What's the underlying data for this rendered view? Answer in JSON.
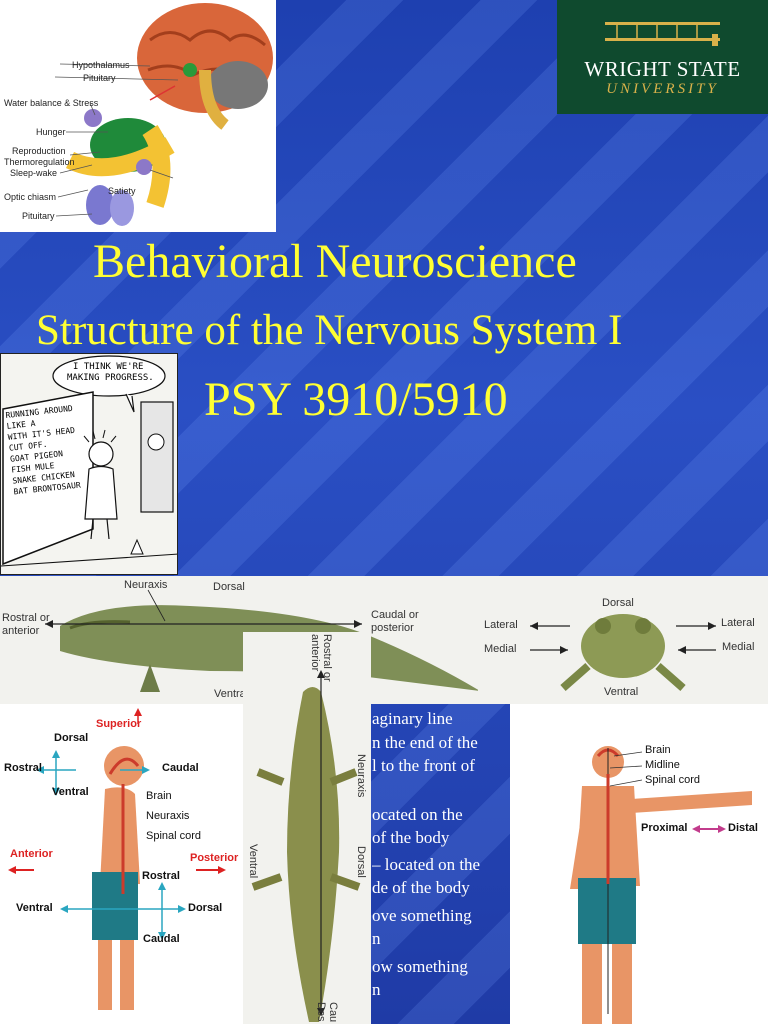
{
  "titles": {
    "line1": "Behavioral Neuroscience",
    "line2": "Structure of the Nervous System I",
    "line3": "PSY 3910/5910"
  },
  "logo": {
    "line1": "WRIGHT STATE",
    "line2": "UNIVERSITY"
  },
  "brain_labels": {
    "hypothalamus": "Hypothalamus",
    "pituitary_top": "Pituitary",
    "water": "Water balance & Stress",
    "hunger": "Hunger",
    "reproduction": "Reproduction",
    "thermo": "Thermoregulation",
    "sleep": "Sleep-wake",
    "optic": "Optic chiasm",
    "satiety": "Satiety",
    "pituitary_bottom": "Pituitary"
  },
  "cartoon": {
    "bubble_1": "I THINK WE'RE",
    "bubble_2": "MAKING PROGRESS.",
    "board": [
      "RUNNING AROUND",
      "LIKE A",
      "WITH IT'S HEAD",
      "CUT OFF.",
      "GOAT  PIGEON",
      "FISH  MULE",
      "SNAKE CHICKEN",
      "BAT  BRONTOSAUR"
    ]
  },
  "croc_side": {
    "neuraxis": "Neuraxis",
    "dorsal": "Dorsal",
    "rostral_1": "Rostral or",
    "rostral_2": "anterior",
    "caudal_1": "Caudal or",
    "caudal_2": "posterior",
    "ventral": "Ventral"
  },
  "frog": {
    "dorsal": "Dorsal",
    "lateral_left": "Lateral",
    "lateral_right": "Lateral",
    "medial_left": "Medial",
    "medial_right": "Medial",
    "ventral": "Ventral"
  },
  "human_side": {
    "superior": "Superior",
    "dorsal": "Dorsal",
    "rostral": "Rostral",
    "caudal": "Caudal",
    "ventral": "Ventral",
    "brain": "Brain",
    "neuraxis": "Neuraxis",
    "spinal_cord": "Spinal cord",
    "anterior": "Anterior",
    "posterior": "Posterior",
    "rostral2": "Rostral",
    "ventral2": "Ventral",
    "dorsal2": "Dorsal",
    "caudal2": "Caudal"
  },
  "croc_top": {
    "rostral_1": "Rostral or",
    "rostral_2": "anterior",
    "neuraxis": "Neuraxis",
    "ventral": "Ventral",
    "dorsal": "Dorsal",
    "caudal_1": "Cau",
    "caudal_2": "Dos"
  },
  "bullets": [
    "aginary line",
    "n the end of the",
    "l to the front of",
    "",
    "ocated on the",
    "of the body",
    "– located on the",
    "de of the body",
    "ove something",
    "n",
    "ow something",
    "n"
  ],
  "human_front": {
    "brain": "Brain",
    "midline": "Midline",
    "spinal_cord": "Spinal cord",
    "proximal": "Proximal",
    "distal": "Distal"
  },
  "colors": {
    "title": "#ffff33",
    "background": "#1d3fa8",
    "logo_bg": "#0f4a2e",
    "logo_gold": "#d8b14a"
  }
}
